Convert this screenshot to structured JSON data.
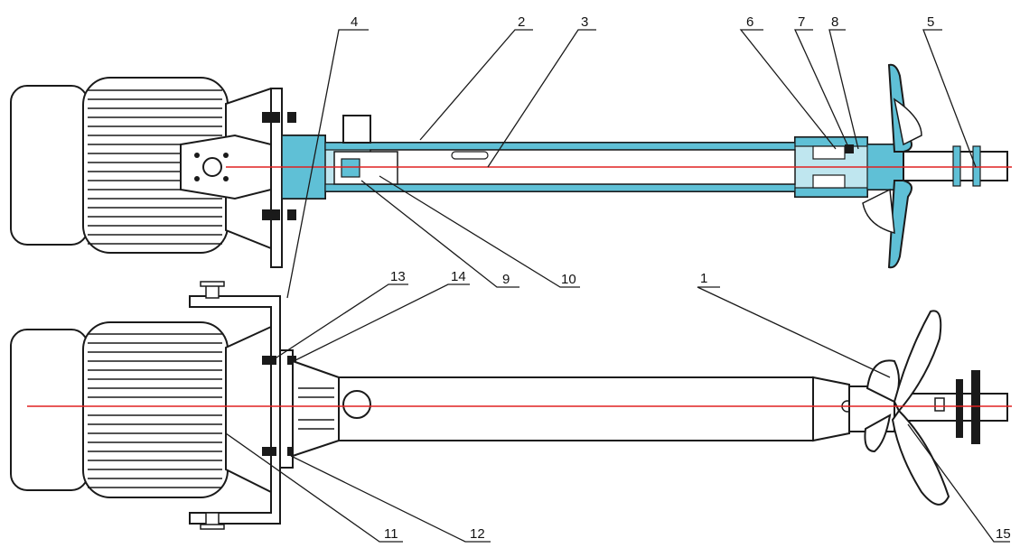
{
  "colors": {
    "outline": "#1a1a1a",
    "section_fill": "#5fc0d6",
    "section_fill_light": "#bfe6ef",
    "center_line": "#e02020",
    "background": "#ffffff"
  },
  "callouts": {
    "c1": "1",
    "c2": "2",
    "c3": "3",
    "c4": "4",
    "c5": "5",
    "c6": "6",
    "c7": "7",
    "c8": "8",
    "c9": "9",
    "c10": "10",
    "c11": "11",
    "c12": "12",
    "c13": "13",
    "c14": "14",
    "c15": "15"
  }
}
